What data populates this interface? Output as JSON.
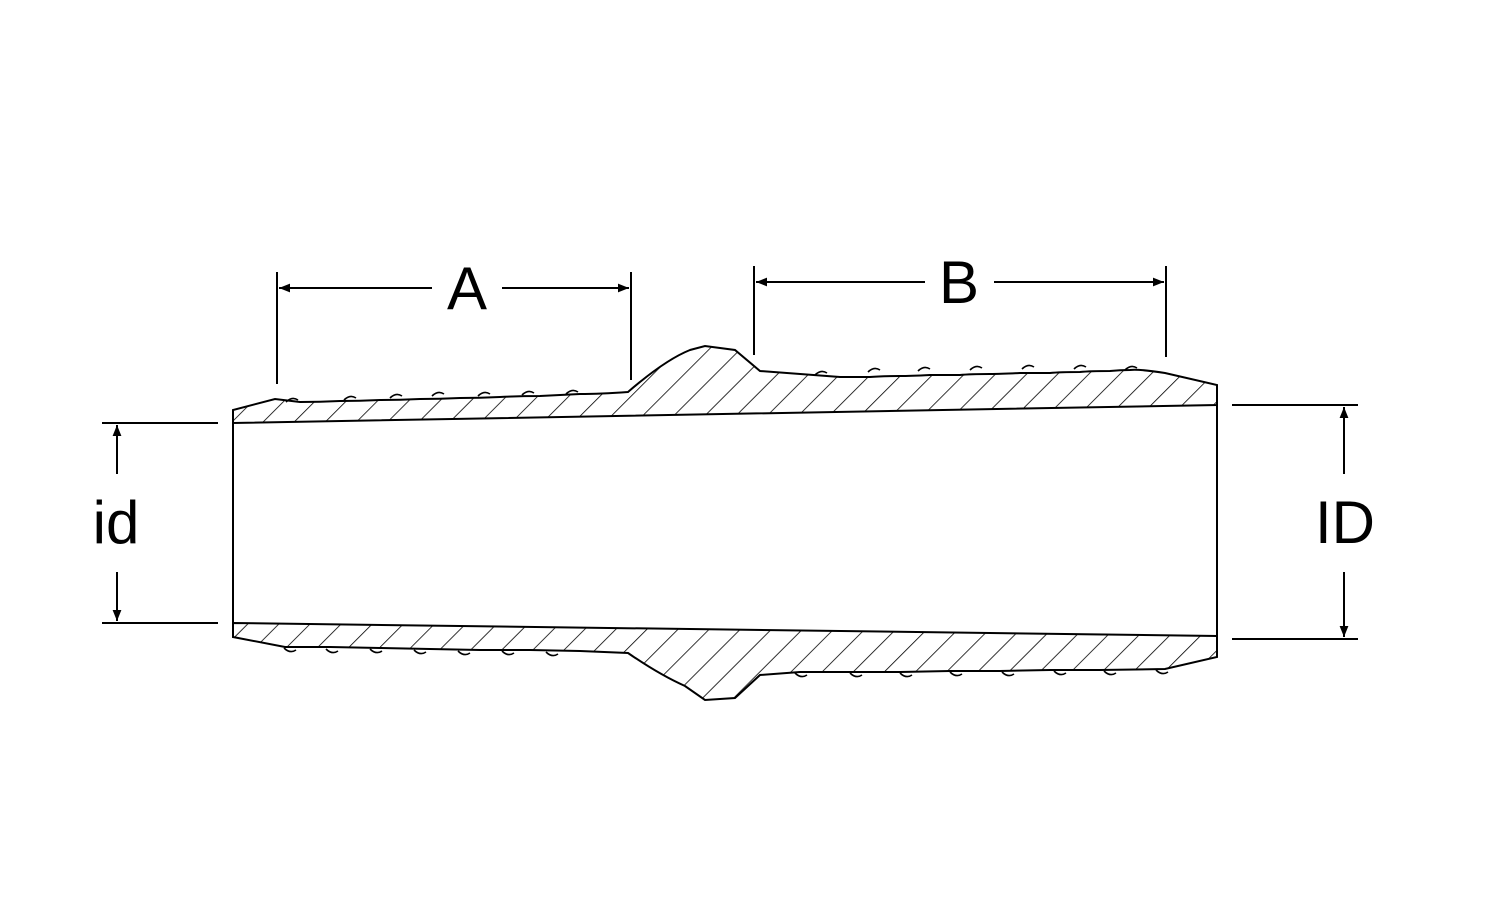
{
  "diagram": {
    "labels": {
      "length_a": "A",
      "length_b": "B",
      "small_inner_diameter": "id",
      "large_inner_diameter": "ID"
    },
    "colors": {
      "line": "#000000",
      "background": "#ffffff"
    }
  }
}
